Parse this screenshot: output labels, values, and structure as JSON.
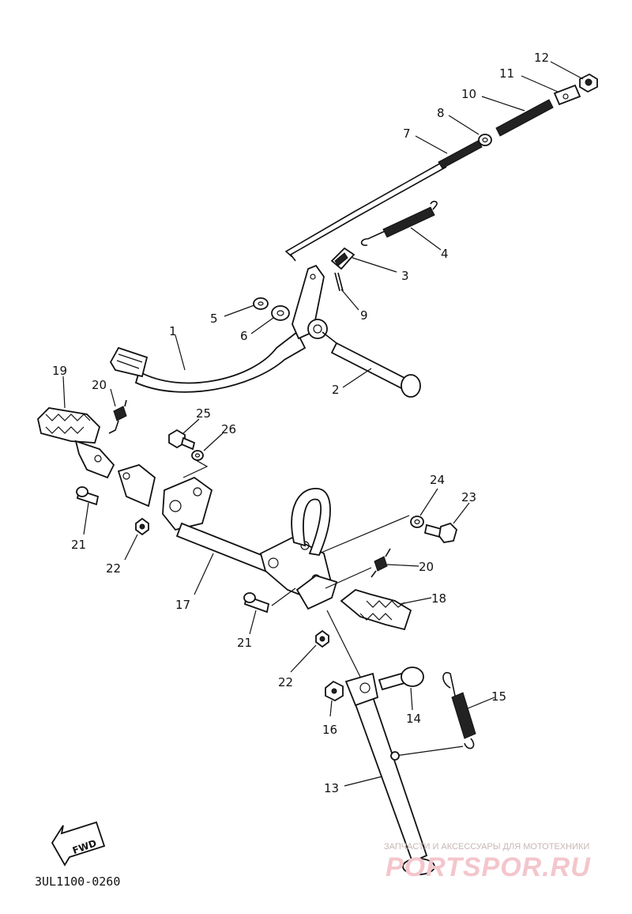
{
  "diagram_code": "3UL1100-0260",
  "fwd_label": "FWD",
  "watermark": {
    "small_text": "ЗАПЧАСТИ И АКСЕССУАРЫ ДЛЯ МОТОТЕХНИКИ",
    "brand_text": "PORTSPOR.RU"
  },
  "callouts": {
    "c1": "1",
    "c2": "2",
    "c3": "3",
    "c4": "4",
    "c5": "5",
    "c6": "6",
    "c7": "7",
    "c8": "8",
    "c9": "9",
    "c10": "10",
    "c11": "11",
    "c12": "12",
    "c13": "13",
    "c14": "14",
    "c15": "15",
    "c16": "16",
    "c17": "17",
    "c18": "18",
    "c19": "19",
    "c20a": "20",
    "c20b": "20",
    "c21a": "21",
    "c21b": "21",
    "c22a": "22",
    "c22b": "22",
    "c23": "23",
    "c24": "24",
    "c25": "25",
    "c26": "26"
  }
}
